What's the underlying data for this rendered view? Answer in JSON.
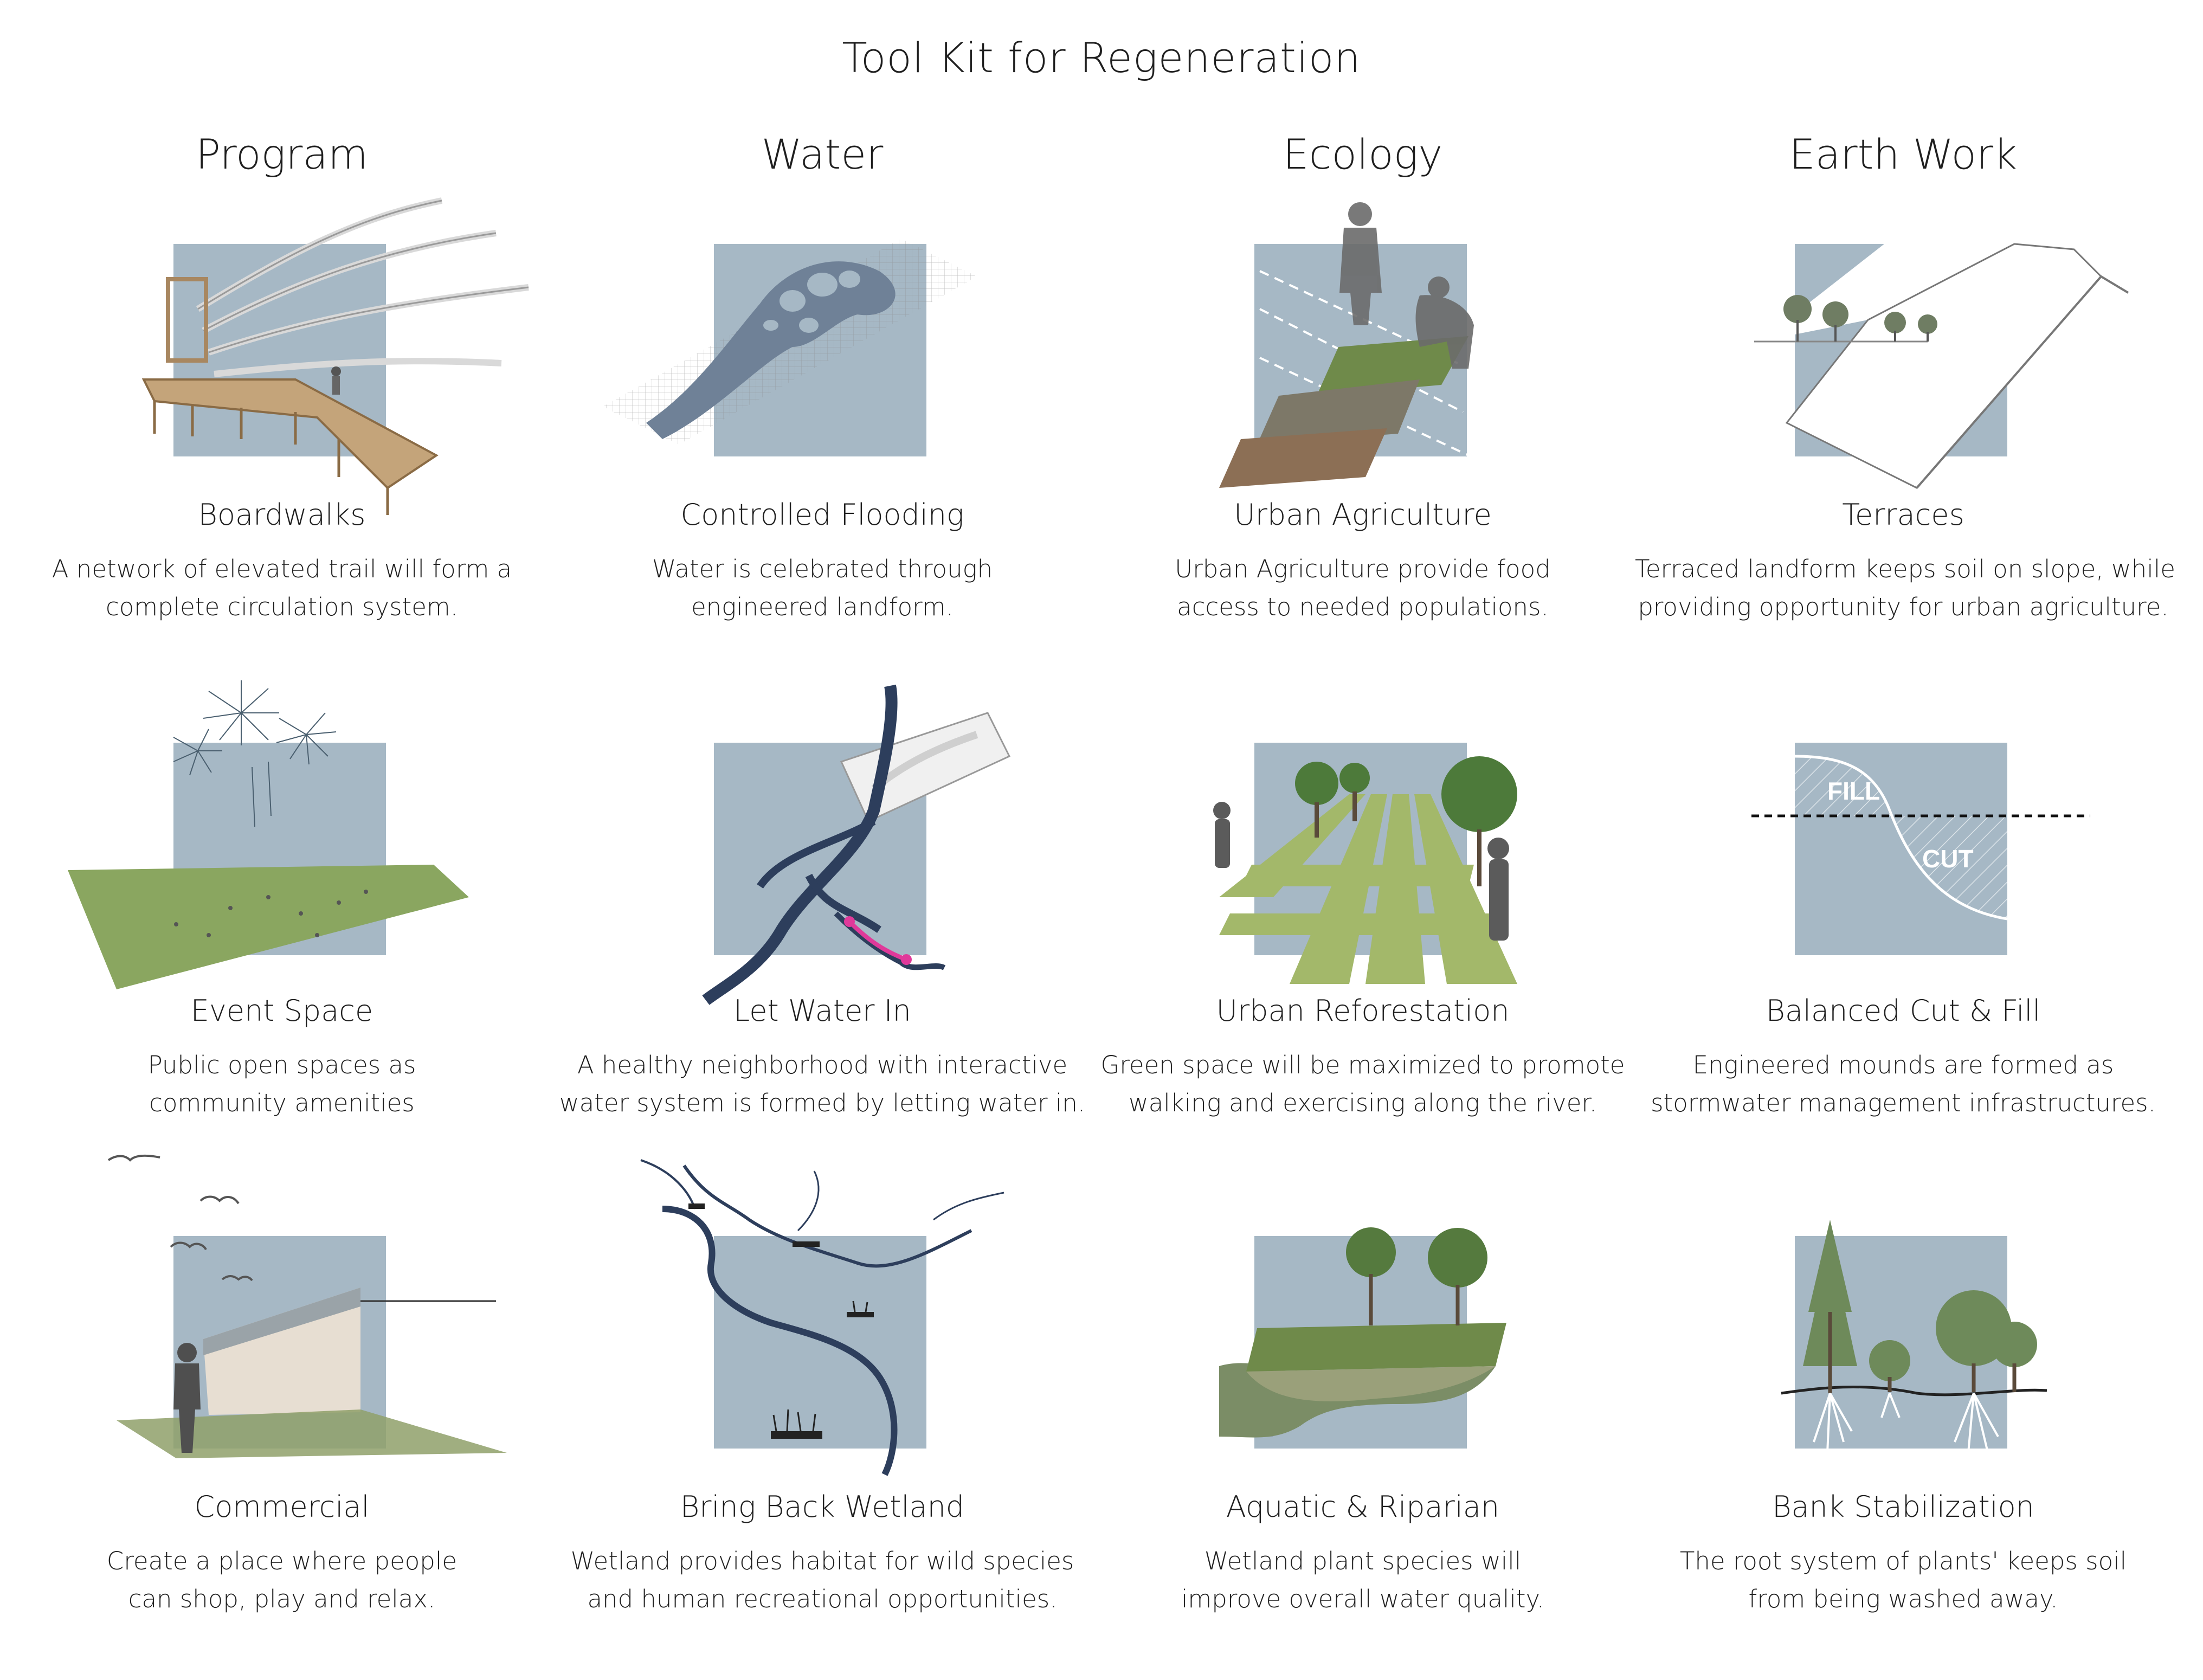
{
  "title": "Tool Kit for Regeneration",
  "columns": [
    {
      "label": "Program"
    },
    {
      "label": "Water"
    },
    {
      "label": "Ecology"
    },
    {
      "label": "Earth Work"
    }
  ],
  "rows": [
    [
      {
        "title": "Boardwalks",
        "desc": [
          "A network of elevated trail will form a",
          "complete circulation system."
        ],
        "icon": "boardwalk-icon"
      },
      {
        "title": "Controlled Flooding",
        "desc": [
          "Water is celebrated through",
          "engineered landform."
        ],
        "icon": "flood-grid-icon"
      },
      {
        "title": "Urban Agriculture",
        "desc": [
          "Urban Agriculture provide food",
          "access to needed populations."
        ],
        "icon": "farming-layers-icon"
      },
      {
        "title": "Terraces",
        "desc": [
          "Terraced landform keeps soil on slope, while",
          "providing opportunity for urban agriculture."
        ],
        "icon": "terrace-section-icon"
      }
    ],
    [
      {
        "title": "Event Space",
        "desc": [
          "Public open spaces as",
          "community amenities"
        ],
        "icon": "fireworks-lawn-icon"
      },
      {
        "title": "Let Water In",
        "desc": [
          "A healthy neighborhood with interactive",
          "water system is formed by letting water in."
        ],
        "icon": "river-network-icon"
      },
      {
        "title": "Urban Reforestation",
        "desc": [
          "Green space will be maximized to promote",
          "walking and exercising along the river."
        ],
        "icon": "tree-paths-icon"
      },
      {
        "title": "Balanced Cut & Fill",
        "desc": [
          "Engineered mounds are formed as",
          "stormwater management infrastructures."
        ],
        "icon": "cut-fill-icon",
        "fill_label": "FILL",
        "cut_label": "CUT"
      }
    ],
    [
      {
        "title": "Commercial",
        "desc": [
          "Create a place where people",
          "can shop, play and relax."
        ],
        "icon": "market-hall-icon"
      },
      {
        "title": "Bring Back Wetland",
        "desc": [
          "Wetland provides habitat for wild species",
          "and human recreational opportunities."
        ],
        "icon": "wetland-river-icon"
      },
      {
        "title": "Aquatic & Riparian",
        "desc": [
          "Wetland plant species will",
          "improve overall water quality."
        ],
        "icon": "riparian-slab-icon"
      },
      {
        "title": "Bank Stabilization",
        "desc": [
          "The root system of plants' keeps soil",
          "from being washed away."
        ],
        "icon": "tree-roots-icon"
      }
    ]
  ],
  "colors": {
    "square": "#a6b8c5",
    "river": "#2d3e5c",
    "grass": "#8aa660",
    "wood": "#b8966a",
    "highlight": "#e0399a"
  }
}
